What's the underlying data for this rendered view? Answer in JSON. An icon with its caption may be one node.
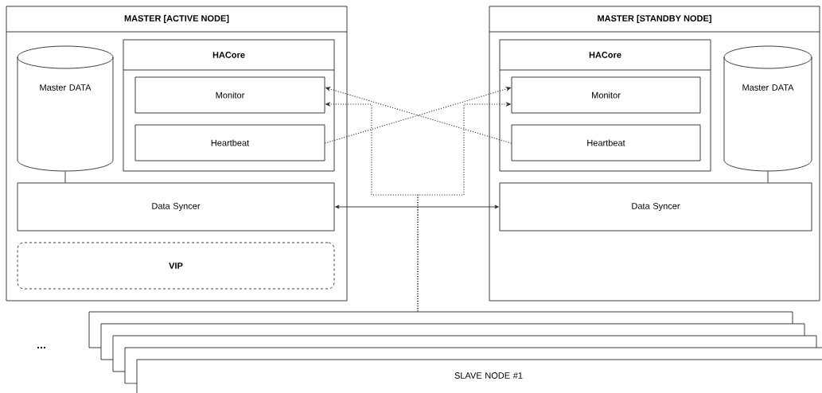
{
  "diagram": {
    "nodes": [
      {
        "text": [
          "MASTER [ACTIVE NODE]"
        ]
      },
      {
        "text": [
          "Master DATA"
        ],
        "in": 0
      },
      {
        "text": [
          "HACore"
        ],
        "in": 0
      },
      {
        "text": [
          "Monitor"
        ],
        "in": 2
      },
      {
        "text": [
          "Heartbeat"
        ],
        "in": 2
      },
      {
        "text": [
          "Data Syncer"
        ],
        "in": 0
      },
      {
        "text": [
          "VIP"
        ],
        "in": 0
      },
      {
        "text": [
          "MASTER [STANDBY NODE]"
        ]
      },
      {
        "text": [
          "HACore"
        ],
        "in": 7
      },
      {
        "text": [
          "Monitor"
        ],
        "in": 8
      },
      {
        "text": [
          "Heartbeat"
        ],
        "in": 8
      },
      {
        "text": [
          "Master DATA"
        ],
        "in": 7
      },
      {
        "text": [
          "Data Syncer"
        ],
        "in": 7
      },
      {
        "text": [],
        "shape": "box"
      },
      {
        "text": [],
        "shape": "box"
      },
      {
        "text": [],
        "shape": "box"
      },
      {
        "text": [],
        "shape": "box"
      },
      {
        "text": [
          "SLAVE NODE #1"
        ]
      }
    ],
    "edges": [
      {
        "from": 1,
        "to": 5,
        "arrow": "none"
      },
      {
        "from": 11,
        "to": 12,
        "arrow": "none"
      },
      {
        "from": 5,
        "to": 12,
        "arrow": "both"
      },
      {
        "from": 4,
        "to": 9,
        "arrow": "to",
        "style": "dashed"
      },
      {
        "from": 10,
        "to": 3,
        "arrow": "to",
        "style": "dashed"
      },
      {
        "from": 13,
        "to": 3,
        "arrow": "to",
        "style": "dashed"
      },
      {
        "from": 13,
        "to": 9,
        "arrow": "to",
        "style": "dashed"
      }
    ],
    "labels": [
      "..."
    ]
  }
}
